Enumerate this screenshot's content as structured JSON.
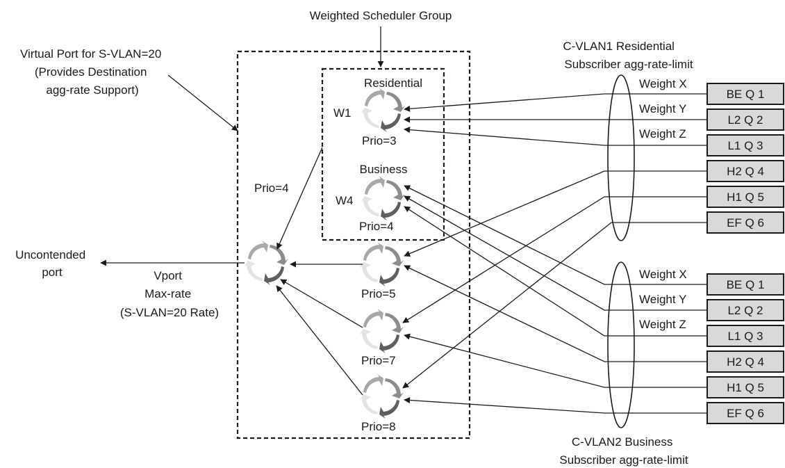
{
  "title": "Weighted Scheduler Group",
  "virtual_port": {
    "lines": [
      "Virtual Port for S-VLAN=20",
      "(Provides Destination",
      "agg-rate Support)"
    ]
  },
  "uncontended": {
    "lines": [
      "Uncontended",
      "port"
    ]
  },
  "vport": {
    "lines": [
      "Vport",
      "Max-rate",
      "(S-VLAN=20 Rate)"
    ],
    "prio_label": "Prio=4"
  },
  "group": {
    "residential": {
      "name": "Residential",
      "weight": "W1",
      "prio": "Prio=3"
    },
    "business": {
      "name": "Business",
      "weight": "W4",
      "prio": "Prio=4"
    }
  },
  "schedulers": [
    {
      "prio": "Prio=5"
    },
    {
      "prio": "Prio=7"
    },
    {
      "prio": "Prio=8"
    }
  ],
  "cvlan1": {
    "lines": [
      "C-VLAN1 Residential",
      "Subscriber agg-rate-limit"
    ],
    "weights": [
      "Weight X",
      "Weight Y",
      "Weight Z"
    ],
    "queues": [
      "BE Q 1",
      "L2 Q 2",
      "L1 Q 3",
      "H2 Q 4",
      "H1 Q 5",
      "EF Q 6"
    ]
  },
  "cvlan2": {
    "lines": [
      "C-VLAN2 Business",
      "Subscriber agg-rate-limit"
    ],
    "weights": [
      "Weight X",
      "Weight Y",
      "Weight Z"
    ],
    "queues": [
      "BE Q 1",
      "L2 Q 2",
      "L1 Q 3",
      "H2 Q 4",
      "H1 Q 5",
      "EF Q 6"
    ]
  },
  "colors": {
    "queue_fill": "#d9d9d9",
    "line": "#1a1a1a",
    "scheduler_light": "#e3e3e3",
    "scheduler_mid": "#a8a8a8",
    "scheduler_dark": "#5f5f5f",
    "scheduler_mid2": "#8c8c8c"
  }
}
